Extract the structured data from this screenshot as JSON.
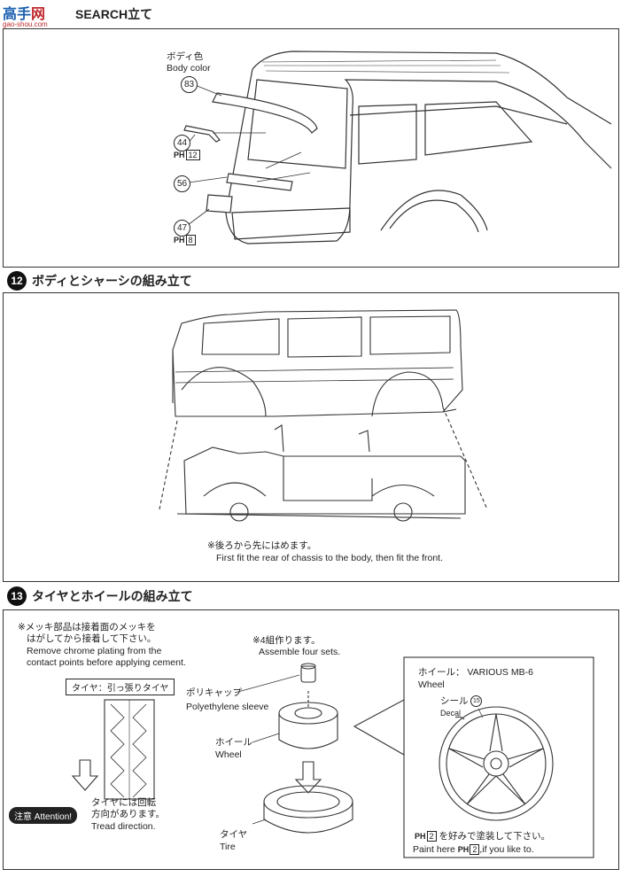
{
  "watermark": {
    "brand": "高手",
    "brand2": "网",
    "url": "gao-shou.com"
  },
  "step11": {
    "title_fragment": "SEARCH",
    "title_suffix": "立て"
  },
  "body_color": {
    "jp": "ボディ色",
    "en": "Body color"
  },
  "parts": {
    "p83": "83",
    "p44": "44",
    "p44_ph": "12",
    "p56": "56",
    "p47": "47",
    "p47_ph": "8"
  },
  "ph_label": "PH",
  "step12": {
    "num": "12",
    "title": "ボディとシャーシの組み立て",
    "note_jp": "※後ろから先にはめます。",
    "note_en": "First fit the rear of chassis to the body, then fit the front."
  },
  "step13": {
    "num": "13",
    "title": "タイヤとホイールの組み立て",
    "chrome_jp1": "※メッキ部品は接着面のメッキを",
    "chrome_jp2": "はがしてから接着して下さい。",
    "chrome_en1": "Remove chrome plating from the",
    "chrome_en2": "contact points before applying cement.",
    "sets_jp": "※4組作ります。",
    "sets_en": "Assemble four sets.",
    "tire_type": "タイヤ：引っ張りタイヤ",
    "poly_jp": "ポリキャップ",
    "poly_en": "Polyethylene sleeve",
    "wheel_jp": "ホイール",
    "wheel_en": "Wheel",
    "tire_jp": "タイヤ",
    "tire_en": "Tire",
    "attention": "注意 Attention!",
    "tread_jp1": "タイヤには回転",
    "tread_jp2": "方向があります。",
    "tread_en": "Tread direction.",
    "detail_wheel_jp": "ホイール：",
    "detail_wheel_model": "VARIOUS MB-6",
    "detail_wheel_en": "Wheel",
    "decal_jp": "シール",
    "decal_num": "15",
    "decal_en": "Decal",
    "paint_jp_suffix": "を好みで塗装して下さい。",
    "paint_ph": "2",
    "paint_en_prefix": "Paint here",
    "paint_en_suffix": ",if you like to."
  }
}
